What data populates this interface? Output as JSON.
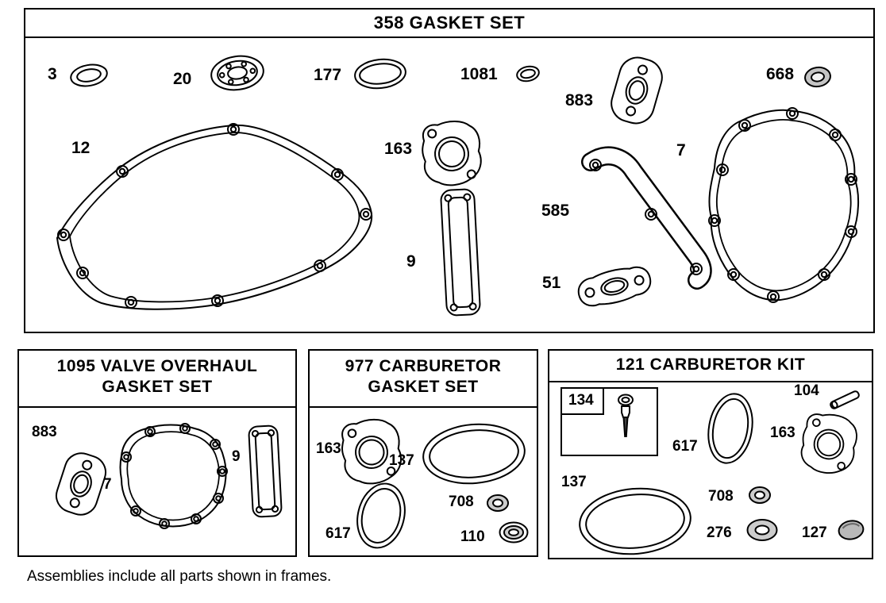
{
  "colors": {
    "line": "#000000",
    "background": "#ffffff",
    "washer_gray": "#cccccc"
  },
  "frame_358": {
    "title": "358 GASKET SET",
    "parts": [
      {
        "label": "3"
      },
      {
        "label": "20"
      },
      {
        "label": "177"
      },
      {
        "label": "1081"
      },
      {
        "label": "883"
      },
      {
        "label": "668"
      },
      {
        "label": "12"
      },
      {
        "label": "163"
      },
      {
        "label": "7"
      },
      {
        "label": "585"
      },
      {
        "label": "9"
      },
      {
        "label": "51"
      }
    ]
  },
  "frame_1095": {
    "title_line1": "1095 VALVE OVERHAUL",
    "title_line2": "GASKET SET",
    "parts": [
      {
        "label": "883"
      },
      {
        "label": "7"
      },
      {
        "label": "9"
      }
    ]
  },
  "frame_977": {
    "title_line1": "977 CARBURETOR",
    "title_line2": "GASKET SET",
    "parts": [
      {
        "label": "163"
      },
      {
        "label": "137"
      },
      {
        "label": "617"
      },
      {
        "label": "708"
      },
      {
        "label": "110"
      }
    ]
  },
  "frame_121": {
    "title": "121 CARBURETOR KIT",
    "parts": [
      {
        "label": "134"
      },
      {
        "label": "104"
      },
      {
        "label": "617"
      },
      {
        "label": "163"
      },
      {
        "label": "137"
      },
      {
        "label": "708"
      },
      {
        "label": "276"
      },
      {
        "label": "127"
      }
    ]
  },
  "footer": {
    "note": "Assemblies include all parts shown in frames."
  }
}
